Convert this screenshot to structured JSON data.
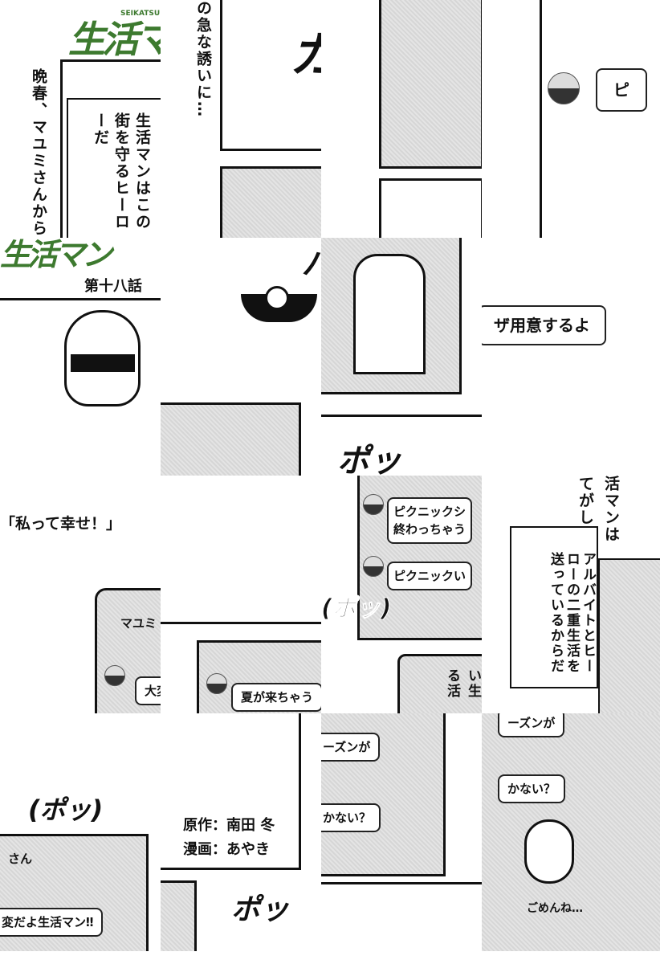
{
  "logo": {
    "subtitle": "SEIKATSU",
    "subtitle2": "MAN",
    "title": "生活マン",
    "color": "#3d7a2f"
  },
  "chapter": "第十八話",
  "narration": {
    "late_spring": "晩春、マユミさんから",
    "sudden_invite": "の急な誘いに…",
    "hero": "生活マンはこの街を守るヒーローだ",
    "busy_a": "活マンは",
    "busy_b": "てがしい",
    "double_life": "アルバイトとヒーローの二重生活を送っているからだ",
    "happy": "「私って幸せ！」"
  },
  "chat": {
    "msg_pi": "ピ",
    "msg_prepare": "ザ用意するよ",
    "msg_picnic_end": "ピクニックシ\n終わっちゃう",
    "msg_picnic_go": "ピクニックい",
    "msg_mayumi": "マユミ",
    "msg_taihen": "大変",
    "msg_summer": "夏が来ちゃう",
    "msg_season": "ーズンが",
    "msg_season2": "ーズンが",
    "msg_ikanai": "かない？",
    "msg_ikanai2": "かない？",
    "msg_san": "さん",
    "msg_hendayo": "変だよ生活マン‼",
    "msg_iru": "い生る活"
  },
  "sfx": {
    "ka": "カ",
    "ha": "ハ",
    "pon": "ポッ",
    "pon2": "(ポッ)",
    "pon3": "(ポッ)",
    "pon4": "ポッ"
  },
  "credits": {
    "original": "原作：南田 冬",
    "art": "漫画：あやき"
  },
  "sorry": "ごめんね…"
}
